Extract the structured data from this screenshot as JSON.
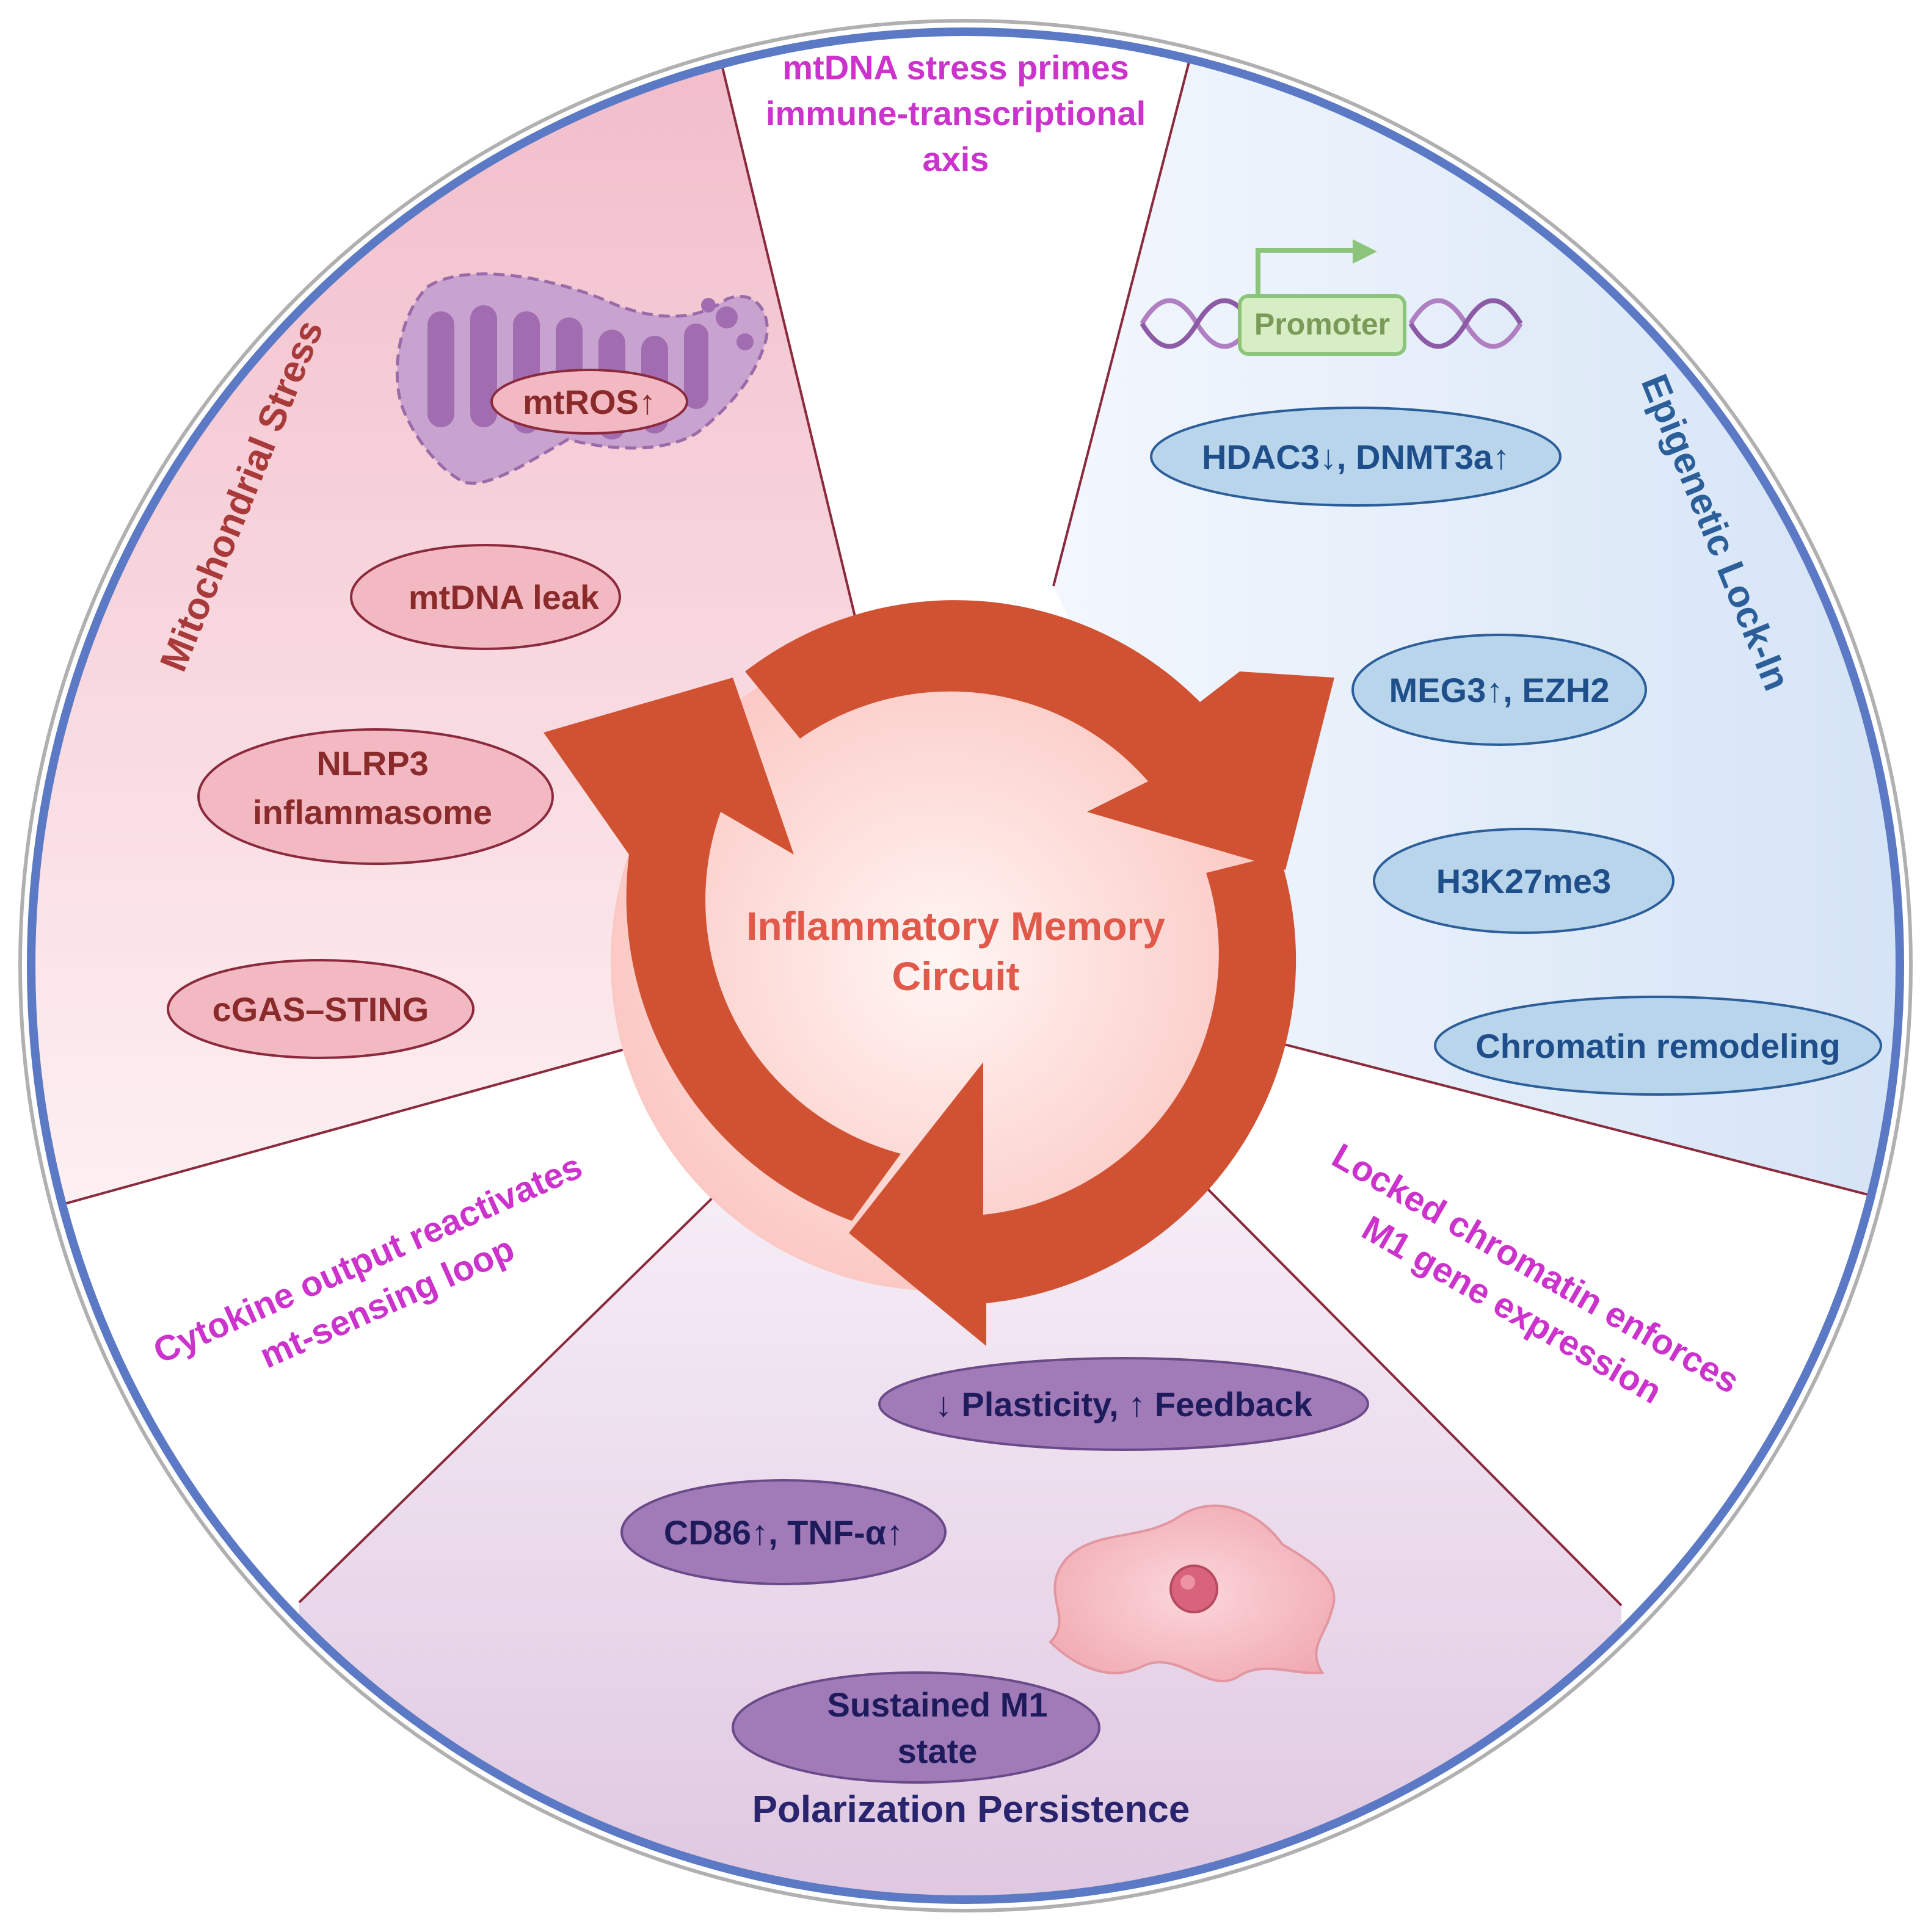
{
  "center": {
    "title_line1": "Inflammatory Memory",
    "title_line2": "Circuit"
  },
  "sectors": {
    "mitochondrial": {
      "title": "Mitochondrial Stress",
      "items": [
        "mtROS↑",
        "mtDNA leak",
        "NLRP3",
        "inflammasome",
        "cGAS–STING"
      ]
    },
    "epigenetic": {
      "title": "Epigenetic Lock-In",
      "promoter": "Promoter",
      "items": [
        "HDAC3↓, DNMT3a↑",
        "MEG3↑, EZH2",
        "H3K27me3",
        "Chromatin remodeling"
      ]
    },
    "polarization": {
      "title": "Polarization Persistence",
      "items": [
        "↓ Plasticity, ↑ Feedback",
        "CD86↑, TNF-α↑",
        "Sustained M1",
        "state"
      ]
    }
  },
  "transitions": {
    "top": [
      "mtDNA stress primes",
      "immune-transcriptional",
      "axis"
    ],
    "right": [
      "Locked chromatin enforces",
      "M1 gene expression"
    ],
    "left": [
      "Cytokine output reactivates",
      "mt-sensing loop"
    ]
  },
  "colors": {
    "ring_outer": "#5b79c4",
    "ring_inner": "#b0b0b0",
    "divider": "#8b2a3c",
    "arrow": "#d15233",
    "center_title": "#e0594a",
    "transition_text": "#cc33cc",
    "mito_title": "#a83a3a",
    "mito_text": "#8a2a2a",
    "mito_oval": "#f2b9c3",
    "epi_title": "#2c5f99",
    "epi_text": "#1f4f8a",
    "epi_oval": "#b9d5ec",
    "pol_title": "#28246e",
    "pol_text": "#1e1b5c",
    "pol_oval": "#a07bb8"
  }
}
